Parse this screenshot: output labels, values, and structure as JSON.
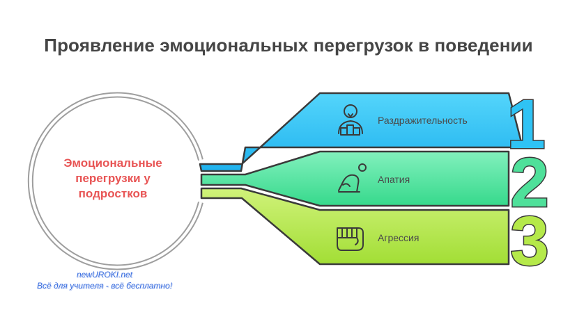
{
  "title": "Проявление эмоциональных перегрузок в поведении",
  "center": {
    "text": "Эмоциональные\nперегрузки у\nподростков",
    "color": "#e85555"
  },
  "branches": [
    {
      "number": "1",
      "label": "Раздражительность",
      "icon": "irritated-person-icon",
      "color": "#2fc3f5"
    },
    {
      "number": "2",
      "label": "Апатия",
      "icon": "apathetic-person-icon",
      "color": "#4fe09a"
    },
    {
      "number": "3",
      "label": "Агрессия",
      "icon": "fist-icon",
      "color": "#b5e94a"
    }
  ],
  "watermark": {
    "line1": "newUROKI.net",
    "line2": "Всё для учителя - всё бесплатно!"
  }
}
